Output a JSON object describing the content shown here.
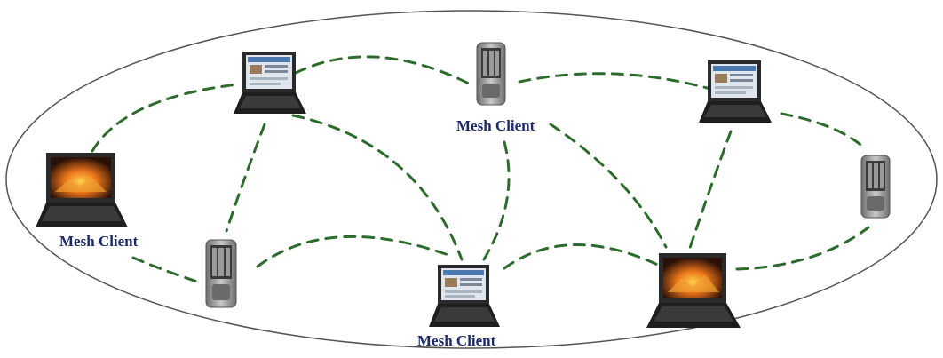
{
  "colors": {
    "link": "#2e6b2e",
    "label": "#1a2a6a",
    "boundary": "#555555",
    "laptop_body": "#2a2a2a",
    "laptop_screen_web": "#dfe6ee",
    "laptop_screen_fire": "#3a1a08",
    "pda_body": "#8a8a8a"
  },
  "labels": {
    "top_center": "Mesh Client",
    "left": "Mesh Client",
    "bottom": "Mesh Client"
  },
  "devices": [
    {
      "id": "laptop-top-left",
      "type": "laptop",
      "screen": "web-page"
    },
    {
      "id": "pda-top-center",
      "type": "pda"
    },
    {
      "id": "laptop-top-right",
      "type": "laptop",
      "screen": "web-page"
    },
    {
      "id": "laptop-left",
      "type": "laptop",
      "screen": "fire-wallpaper"
    },
    {
      "id": "pda-right",
      "type": "pda"
    },
    {
      "id": "pda-bottom-left",
      "type": "pda"
    },
    {
      "id": "laptop-bottom-center",
      "type": "laptop",
      "screen": "web-page"
    },
    {
      "id": "laptop-bottom-right",
      "type": "laptop",
      "screen": "fire-wallpaper"
    }
  ],
  "links": [
    [
      "laptop-left",
      "laptop-top-left"
    ],
    [
      "laptop-left",
      "pda-bottom-left"
    ],
    [
      "laptop-top-left",
      "pda-top-center"
    ],
    [
      "laptop-top-left",
      "pda-bottom-left"
    ],
    [
      "laptop-top-left",
      "laptop-bottom-center"
    ],
    [
      "pda-top-center",
      "laptop-top-right"
    ],
    [
      "pda-top-center",
      "laptop-bottom-center"
    ],
    [
      "pda-top-center",
      "laptop-bottom-right"
    ],
    [
      "laptop-top-right",
      "pda-right"
    ],
    [
      "laptop-top-right",
      "laptop-bottom-right"
    ],
    [
      "pda-bottom-left",
      "laptop-bottom-center"
    ],
    [
      "laptop-bottom-center",
      "laptop-bottom-right"
    ],
    [
      "laptop-bottom-right",
      "pda-right"
    ]
  ]
}
